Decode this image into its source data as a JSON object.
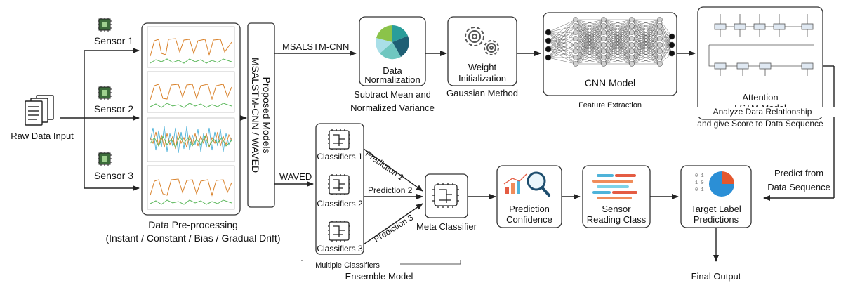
{
  "inputs": {
    "raw_data": "Raw Data Input",
    "sensors": [
      "Sensor 1",
      "Sensor 2",
      "Sensor 3"
    ]
  },
  "preprocessing": {
    "title": "Data Pre-processing",
    "subtitle": "(Instant / Constant / Bias / Gradual Drift)"
  },
  "proposed_models": {
    "line1": "Proposed Models",
    "line2": "MSALSTM-CNN / WAVED"
  },
  "branches": {
    "top": "MSALSTM-CNN",
    "bottom": "WAVED"
  },
  "msalstm": {
    "normalization": {
      "line1": "Data",
      "line2": "Normalization",
      "caption1": "Subtract Mean and",
      "caption2": "Normalized Variance"
    },
    "weight": {
      "line1": "Weight",
      "line2": "Initialization",
      "caption": "Gaussian Method"
    },
    "cnn": {
      "title": "CNN Model",
      "caption": "Feature Extraction"
    },
    "attention": {
      "line1": "Attention",
      "line2": "LSTM Model",
      "caption1": "Analyze Data Relationship",
      "caption2": "and give Score to Data Sequence"
    }
  },
  "waved": {
    "classifiers": [
      "Classifiers 1",
      "Classifiers 2",
      "Classifiers 3"
    ],
    "predictions": [
      "Prediction 1",
      "Prediction 2",
      "Prediction 3"
    ],
    "multiple_classifiers": "Multiple Classifiers",
    "ensemble_model": "Ensemble Model",
    "meta_classifier": "Meta Classifier",
    "confidence": {
      "line1": "Prediction",
      "line2": "Confidence"
    },
    "sensor_reading": {
      "line1": "Sensor",
      "line2": "Reading Class"
    },
    "target": {
      "line1": "Target Label",
      "line2": "Predictions"
    },
    "predict_from": {
      "line1": "Predict from",
      "line2": "Data Sequence"
    },
    "final_output": "Final Output"
  },
  "colors": {
    "stroke": "#333333",
    "pie": [
      "#2a9d9a",
      "#8bc34a",
      "#1e5f74",
      "#a9dfe8",
      "#6fc7c0"
    ],
    "signal_orange": "#d9822b",
    "signal_green": "#5cb85c",
    "bars": [
      "#e45c43",
      "#f08c5a",
      "#4fb3d9",
      "#7dd3e8"
    ],
    "target_pie": [
      "#2b8fd6",
      "#e4572e"
    ]
  }
}
